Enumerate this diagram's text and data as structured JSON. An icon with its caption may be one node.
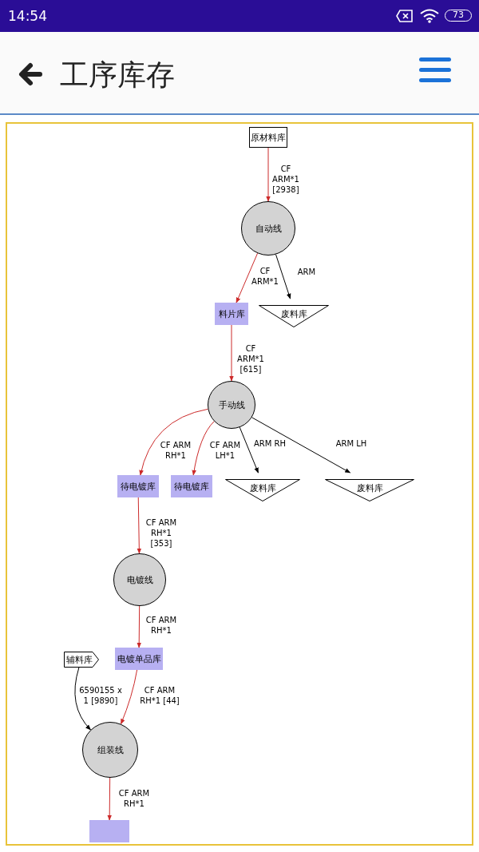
{
  "diagram": {
    "title": "工序库存",
    "nodes": [
      {
        "text": [
          "原材料库"
        ]
      },
      {
        "text": [
          "自动线"
        ]
      },
      {
        "text": [
          "料片库"
        ]
      },
      {
        "text": [
          "废料库"
        ]
      },
      {
        "text": [
          "手动线"
        ]
      },
      {
        "text": [
          "待电镀库"
        ]
      },
      {
        "text": [
          "待电镀库"
        ]
      },
      {
        "text": [
          "废料库"
        ]
      },
      {
        "text": [
          "废料库"
        ]
      },
      {
        "text": [
          "电镀线"
        ]
      },
      {
        "text": [
          "电镀单品库"
        ]
      },
      {
        "text": [
          "辅料库"
        ]
      },
      {
        "text": [
          "组装线"
        ]
      },
      {
        "text": [],
        "shape": "box"
      }
    ],
    "edges": [
      {
        "from": 0,
        "to": 1,
        "arrow": "to",
        "label": "CF ARM*1 [2938]"
      },
      {
        "from": 1,
        "to": 2,
        "arrow": "to",
        "label": "CF ARM*1"
      },
      {
        "from": 1,
        "to": 3,
        "arrow": "to",
        "label": "ARM",
        "color": "#000000"
      },
      {
        "from": 2,
        "to": 4,
        "arrow": "to",
        "label": "CF ARM*1 [615]"
      },
      {
        "from": 4,
        "to": 5,
        "arrow": "to",
        "label": "CF ARM RH*1"
      },
      {
        "from": 4,
        "to": 6,
        "arrow": "to",
        "label": "CF ARM LH*1"
      },
      {
        "from": 4,
        "to": 7,
        "arrow": "to",
        "label": "ARM RH",
        "color": "#000000"
      },
      {
        "from": 4,
        "to": 8,
        "arrow": "to",
        "label": "ARM LH",
        "color": "#000000"
      },
      {
        "from": 5,
        "to": 9,
        "arrow": "to",
        "label": "CF ARM RH*1 [353]"
      },
      {
        "from": 9,
        "to": 10,
        "arrow": "to",
        "label": "CF ARM RH*1"
      },
      {
        "from": 10,
        "to": 12,
        "arrow": "to",
        "label": "CF ARM RH*1 [44]"
      },
      {
        "from": 11,
        "to": 12,
        "arrow": "to",
        "label": "6590155 x 1 [9890]",
        "color": "#000000"
      },
      {
        "from": 12,
        "to": 13,
        "arrow": "to",
        "label": "CF ARM RH*1"
      }
    ],
    "labels": [
      "14:54",
      "73"
    ]
  }
}
